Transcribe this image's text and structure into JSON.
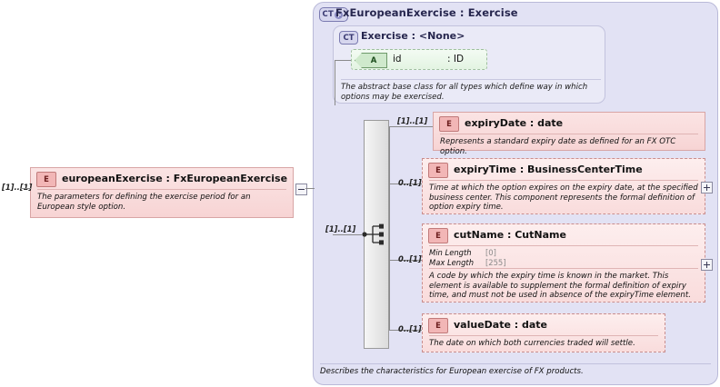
{
  "diagram": {
    "type": "xsd-schema-documentation",
    "complex_type": {
      "badge": "CT",
      "badge_icon": "circle-plus-icon",
      "title": "FxEuropeanExercise : Exercise",
      "documentation": "Describes the characteristics for European exercise of FX products."
    },
    "base_type": {
      "badge": "CT",
      "title": "Exercise : <None>",
      "documentation": "The abstract base class for all types which define way in which options may be exercised.",
      "attribute": {
        "badge": "A",
        "name": "id",
        "type": ": ID"
      }
    },
    "compositor": {
      "kind": "sequence",
      "icon": "sequence-compositor-icon",
      "incoming_cardinality": "[1]..[1]"
    },
    "elements": [
      {
        "badge": "E",
        "title": "expiryDate : date",
        "cardinality": "[1]..[1]",
        "documentation": "Represents a standard expiry date as defined for an FX OTC option.",
        "style": "solid",
        "toggle": null,
        "facets": []
      },
      {
        "badge": "E",
        "title": "expiryTime : BusinessCenterTime",
        "cardinality": "0..[1]",
        "documentation": "Time at which the option expires on the expiry date, at the specified business center. This component represents the formal definition of option expiry time.",
        "style": "dashed",
        "toggle": "plus",
        "facets": []
      },
      {
        "badge": "E",
        "title": "cutName : CutName",
        "cardinality": "0..[1]",
        "documentation": "A code by which the expiry time is known in the market. This element is available to supplement the formal definition of expiry time, and must not be used in absence of the expiryTime element.",
        "style": "dashed",
        "toggle": "plus",
        "facets": [
          {
            "name": "Min Length",
            "value": "[0]"
          },
          {
            "name": "Max Length",
            "value": "[255]"
          }
        ]
      },
      {
        "badge": "E",
        "title": "valueDate : date",
        "cardinality": "0..[1]",
        "documentation": "The date on which both currencies traded will settle.",
        "style": "dashed",
        "toggle": null,
        "facets": []
      }
    ],
    "referencing_element": {
      "badge": "E",
      "title": "europeanExercise : FxEuropeanExercise",
      "cardinality": "[1]..[1]",
      "documentation": "The parameters for defining the exercise period for an European style option.",
      "toggle": "minus"
    },
    "colors": {
      "container_bg": "#e2e2f4",
      "inner_bg": "#eaeaf7",
      "element_bg": "#f7d4d4",
      "attribute_bg": "#e3f4e2",
      "line": "#8a8a8a"
    }
  }
}
